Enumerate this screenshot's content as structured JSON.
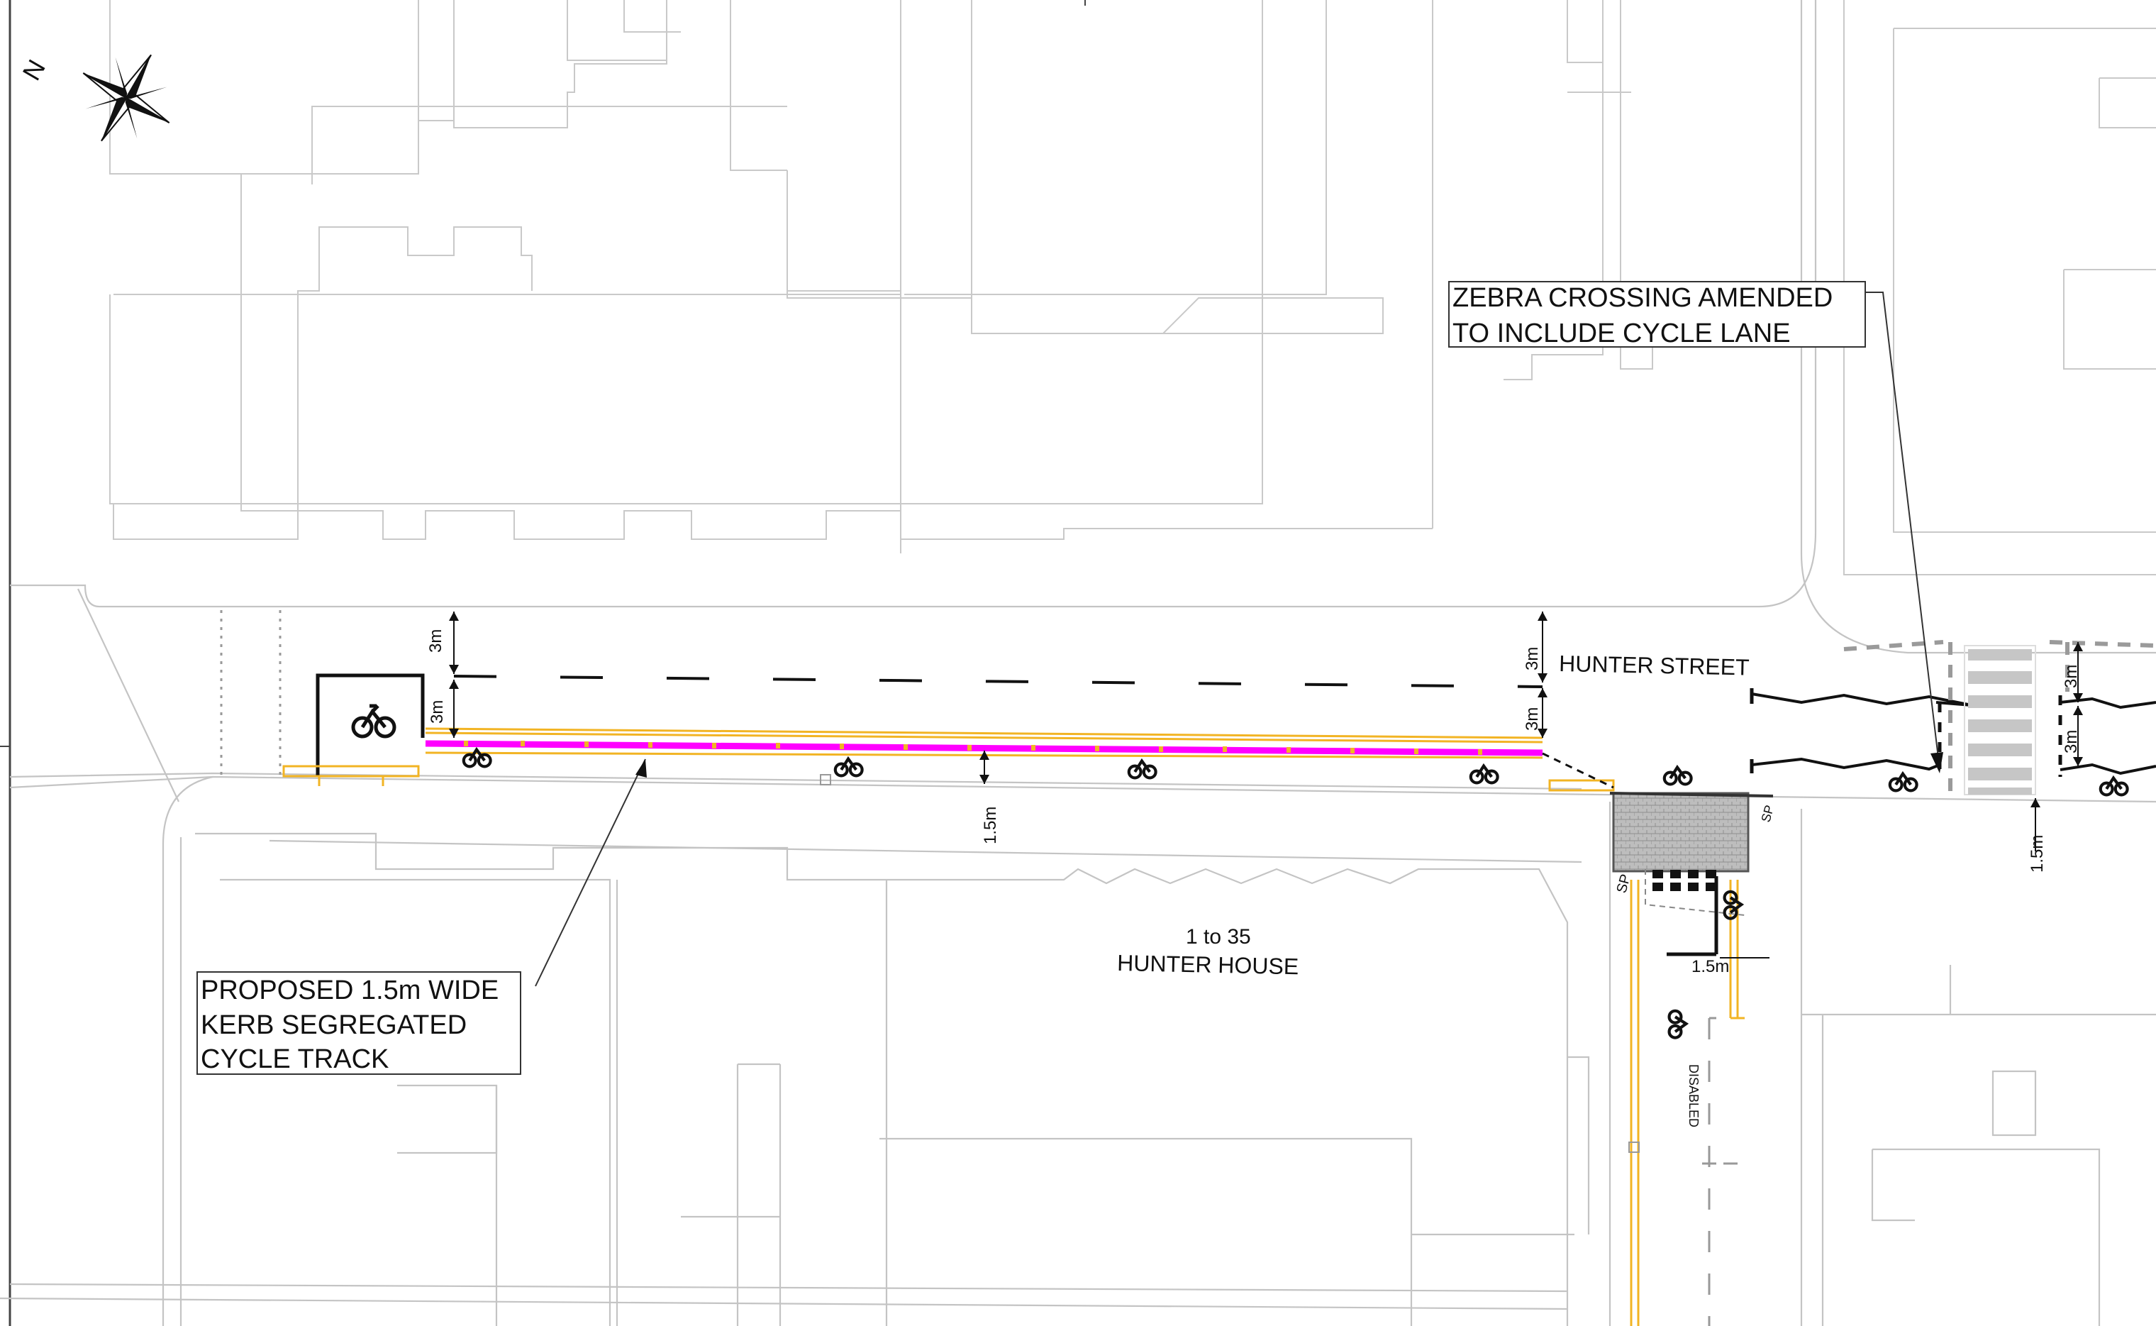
{
  "drawing": {
    "north_label": "N",
    "callouts": {
      "cycle_track": [
        "PROPOSED 1.5m WIDE",
        "KERB SEGREGATED",
        "CYCLE TRACK"
      ],
      "zebra": [
        "ZEBRA CROSSING AMENDED",
        "TO INCLUDE CYCLE LANE"
      ]
    },
    "labels": {
      "street": "HUNTER STREET",
      "house_line1": "1 to 35",
      "house_line2": "HUNTER HOUSE",
      "disabled_bay": "DISABLED",
      "sp_left": "SP",
      "sp_right": "SP"
    },
    "dimensions": {
      "d_3m_a": "3m",
      "d_3m_b": "3m",
      "d_3m_c": "3m",
      "d_3m_d": "3m",
      "d_3m_e": "3m",
      "d_3m_f": "3m",
      "d_1_5m_a": "1.5m",
      "d_1_5m_b": "1.5m",
      "d_1_5m_c": "1.5m"
    },
    "colors": {
      "cycle_track": "#ff00ff",
      "kerb_yellow": "#f2b424",
      "building_outline": "#c9c9c9"
    },
    "icons": [
      "compass-rose-icon",
      "bicycle-icon"
    ]
  }
}
